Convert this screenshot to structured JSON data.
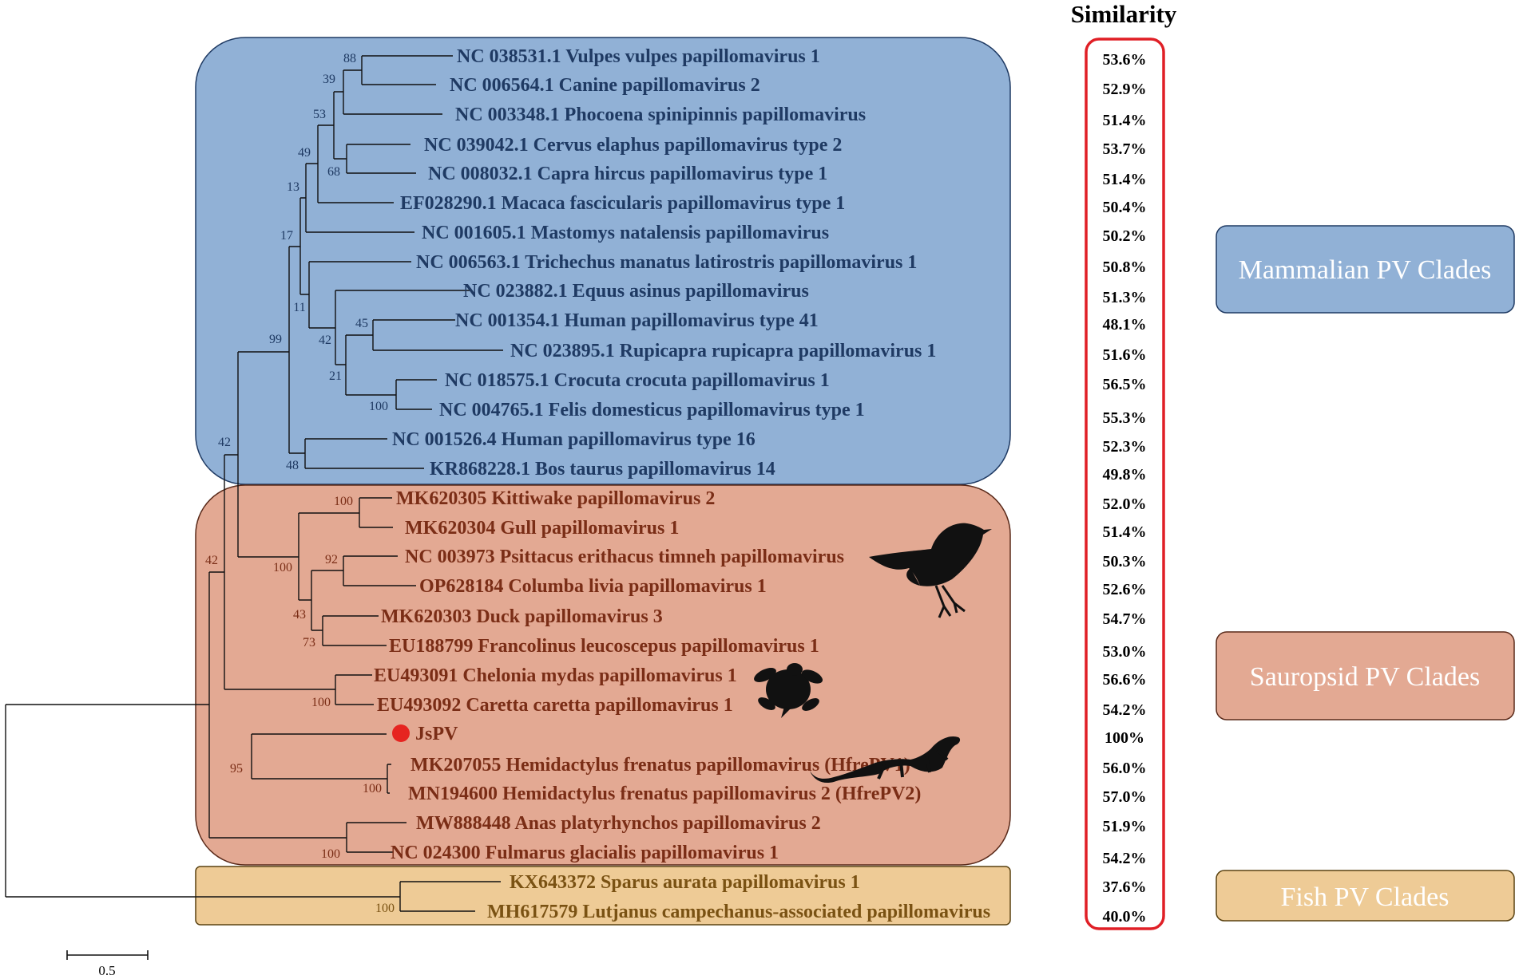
{
  "header": {
    "similarity_title": "Similarity"
  },
  "legend": {
    "mammalian": "Mammalian PV Clades",
    "sauropsid": "Sauropsid PV Clades",
    "fish": "Fish PV Clades"
  },
  "scale": {
    "label": "0.5"
  },
  "colors": {
    "mammal_fill": "#91B1D6",
    "mammal_text": "#1F3A63",
    "sauro_fill": "#E3A993",
    "sauro_text": "#7A2D16",
    "fish_fill": "#EECB96",
    "fish_text": "#7A5213",
    "highlight_box": "#E01F26",
    "jspv_dot": "#E62420"
  },
  "leaves": [
    {
      "label": "NC 038531.1 Vulpes vulpes papillomavirus 1",
      "similarity": "53.6%",
      "clade": "mammal"
    },
    {
      "label": "NC 006564.1 Canine papillomavirus 2",
      "similarity": "52.9%",
      "clade": "mammal"
    },
    {
      "label": "NC 003348.1 Phocoena spinipinnis papillomavirus",
      "similarity": "51.4%",
      "clade": "mammal"
    },
    {
      "label": "NC 039042.1 Cervus elaphus papillomavirus type 2",
      "similarity": "53.7%",
      "clade": "mammal"
    },
    {
      "label": "NC 008032.1 Capra hircus papillomavirus type 1",
      "similarity": "51.4%",
      "clade": "mammal"
    },
    {
      "label": "EF028290.1 Macaca fascicularis papillomavirus type 1",
      "similarity": "50.4%",
      "clade": "mammal"
    },
    {
      "label": "NC 001605.1 Mastomys natalensis papillomavirus",
      "similarity": "50.2%",
      "clade": "mammal"
    },
    {
      "label": "NC 006563.1 Trichechus manatus latirostris papillomavirus 1",
      "similarity": "50.8%",
      "clade": "mammal"
    },
    {
      "label": "NC 023882.1 Equus asinus papillomavirus",
      "similarity": "51.3%",
      "clade": "mammal"
    },
    {
      "label": "NC 001354.1 Human papillomavirus type 41",
      "similarity": "48.1%",
      "clade": "mammal"
    },
    {
      "label": "NC 023895.1 Rupicapra rupicapra papillomavirus 1",
      "similarity": "51.6%",
      "clade": "mammal"
    },
    {
      "label": "NC 018575.1 Crocuta crocuta papillomavirus 1",
      "similarity": "56.5%",
      "clade": "mammal"
    },
    {
      "label": "NC 004765.1 Felis domesticus papillomavirus type 1",
      "similarity": "55.3%",
      "clade": "mammal"
    },
    {
      "label": "NC 001526.4 Human papillomavirus type 16",
      "similarity": "52.3%",
      "clade": "mammal"
    },
    {
      "label": "KR868228.1 Bos taurus papillomavirus 14",
      "similarity": "49.8%",
      "clade": "mammal"
    },
    {
      "label": "MK620305 Kittiwake papillomavirus 2",
      "similarity": "52.0%",
      "clade": "sauro"
    },
    {
      "label": "MK620304 Gull papillomavirus 1",
      "similarity": "51.4%",
      "clade": "sauro"
    },
    {
      "label": "NC 003973 Psittacus erithacus timneh papillomavirus",
      "similarity": "50.3%",
      "clade": "sauro"
    },
    {
      "label": "OP628184 Columba livia papillomavirus 1",
      "similarity": "52.6%",
      "clade": "sauro"
    },
    {
      "label": "MK620303 Duck papillomavirus 3",
      "similarity": "54.7%",
      "clade": "sauro"
    },
    {
      "label": "EU188799 Francolinus leucoscepus papillomavirus 1",
      "similarity": "53.0%",
      "clade": "sauro"
    },
    {
      "label": "EU493091 Chelonia mydas papillomavirus 1",
      "similarity": "56.6%",
      "clade": "sauro"
    },
    {
      "label": "EU493092 Caretta caretta papillomavirus 1",
      "similarity": "54.2%",
      "clade": "sauro"
    },
    {
      "label": "JsPV",
      "similarity": "100%",
      "clade": "sauro"
    },
    {
      "label": "MK207055 Hemidactylus frenatus papillomavirus (HfrePV1)",
      "similarity": "56.0%",
      "clade": "sauro"
    },
    {
      "label": "MN194600 Hemidactylus frenatus papillomavirus 2 (HfrePV2)",
      "similarity": "57.0%",
      "clade": "sauro"
    },
    {
      "label": "MW888448 Anas platyrhynchos papillomavirus 2",
      "similarity": "51.9%",
      "clade": "sauro"
    },
    {
      "label": "NC 024300 Fulmarus glacialis papillomavirus 1",
      "similarity": "54.2%",
      "clade": "sauro"
    },
    {
      "label": "KX643372 Sparus aurata papillomavirus 1",
      "similarity": "37.6%",
      "clade": "fish"
    },
    {
      "label": "MH617579 Lutjanus campechanus-associated papillomavirus",
      "similarity": "40.0%",
      "clade": "fish"
    }
  ],
  "bootstrap": [
    "88",
    "39",
    "53",
    "68",
    "49",
    "13",
    "17",
    "11",
    "45",
    "42",
    "21",
    "100",
    "99",
    "48",
    "42",
    "100",
    "92",
    "100",
    "43",
    "73",
    "100",
    "42",
    "95",
    "100",
    "100",
    "100"
  ]
}
